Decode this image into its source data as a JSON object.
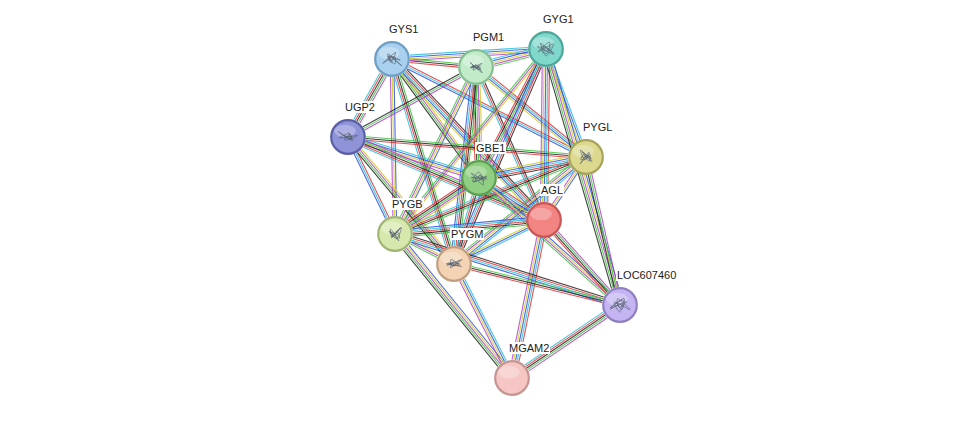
{
  "diagram": {
    "nodes": [
      {
        "text": [
          "GYS1"
        ]
      },
      {
        "text": [
          "PGM1"
        ]
      },
      {
        "text": [
          "GYG1"
        ]
      },
      {
        "text": [
          "UGP2"
        ]
      },
      {
        "text": [
          "PYGL"
        ]
      },
      {
        "text": [
          "GBE1"
        ]
      },
      {
        "text": [
          "AGL"
        ]
      },
      {
        "text": [
          "PYGB"
        ]
      },
      {
        "text": [
          "PYGM"
        ]
      },
      {
        "text": [
          "LOC607460"
        ]
      },
      {
        "text": [
          "MGAM2"
        ]
      }
    ],
    "edges": [
      {
        "from": 0,
        "to": 1,
        "arrow": "none"
      },
      {
        "from": 0,
        "to": 2,
        "arrow": "none"
      },
      {
        "from": 0,
        "to": 3,
        "arrow": "none"
      },
      {
        "from": 0,
        "to": 4,
        "arrow": "none"
      },
      {
        "from": 0,
        "to": 5,
        "arrow": "none"
      },
      {
        "from": 0,
        "to": 6,
        "arrow": "none"
      },
      {
        "from": 0,
        "to": 7,
        "arrow": "none"
      },
      {
        "from": 0,
        "to": 8,
        "arrow": "none"
      },
      {
        "from": 1,
        "to": 2,
        "arrow": "none"
      },
      {
        "from": 1,
        "to": 3,
        "arrow": "none"
      },
      {
        "from": 1,
        "to": 4,
        "arrow": "none"
      },
      {
        "from": 1,
        "to": 5,
        "arrow": "none"
      },
      {
        "from": 1,
        "to": 6,
        "arrow": "none"
      },
      {
        "from": 1,
        "to": 7,
        "arrow": "none"
      },
      {
        "from": 1,
        "to": 8,
        "arrow": "none"
      },
      {
        "from": 2,
        "to": 4,
        "arrow": "none"
      },
      {
        "from": 2,
        "to": 5,
        "arrow": "none"
      },
      {
        "from": 2,
        "to": 6,
        "arrow": "none"
      },
      {
        "from": 2,
        "to": 7,
        "arrow": "none"
      },
      {
        "from": 2,
        "to": 8,
        "arrow": "none"
      },
      {
        "from": 2,
        "to": 9,
        "arrow": "none"
      },
      {
        "from": 3,
        "to": 4,
        "arrow": "none"
      },
      {
        "from": 3,
        "to": 5,
        "arrow": "none"
      },
      {
        "from": 3,
        "to": 6,
        "arrow": "none"
      },
      {
        "from": 3,
        "to": 7,
        "arrow": "none"
      },
      {
        "from": 3,
        "to": 8,
        "arrow": "none"
      },
      {
        "from": 4,
        "to": 5,
        "arrow": "none"
      },
      {
        "from": 4,
        "to": 6,
        "arrow": "none"
      },
      {
        "from": 4,
        "to": 7,
        "arrow": "none"
      },
      {
        "from": 4,
        "to": 8,
        "arrow": "none"
      },
      {
        "from": 4,
        "to": 9,
        "arrow": "none"
      },
      {
        "from": 5,
        "to": 6,
        "arrow": "none"
      },
      {
        "from": 5,
        "to": 7,
        "arrow": "none"
      },
      {
        "from": 5,
        "to": 8,
        "arrow": "none"
      },
      {
        "from": 5,
        "to": 9,
        "arrow": "none"
      },
      {
        "from": 6,
        "to": 7,
        "arrow": "none"
      },
      {
        "from": 6,
        "to": 8,
        "arrow": "none"
      },
      {
        "from": 6,
        "to": 9,
        "arrow": "none"
      },
      {
        "from": 6,
        "to": 10,
        "arrow": "none"
      },
      {
        "from": 7,
        "to": 8,
        "arrow": "none"
      },
      {
        "from": 7,
        "to": 9,
        "arrow": "none"
      },
      {
        "from": 7,
        "to": 10,
        "arrow": "none"
      },
      {
        "from": 8,
        "to": 9,
        "arrow": "none"
      },
      {
        "from": 8,
        "to": 10,
        "arrow": "none"
      },
      {
        "from": 9,
        "to": 10,
        "arrow": "none"
      }
    ]
  }
}
